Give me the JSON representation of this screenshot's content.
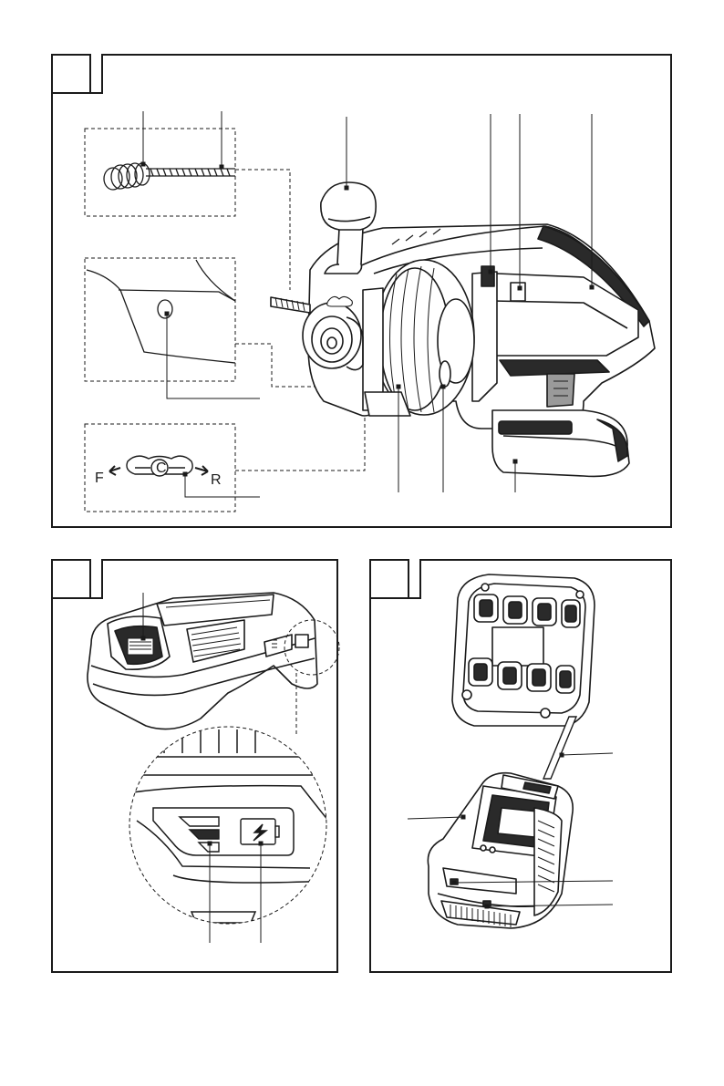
{
  "figure_1": {
    "direction_switch": {
      "forward_letter": "F",
      "center_letter": "C",
      "reverse_letter": "R"
    }
  },
  "figure_2": {},
  "figure_3": {},
  "colors": {
    "line": "#1a1a1a",
    "body_fill": "#ffffff",
    "dark_fill": "#2a2a2a",
    "mid_fill": "#9a9a9a"
  }
}
